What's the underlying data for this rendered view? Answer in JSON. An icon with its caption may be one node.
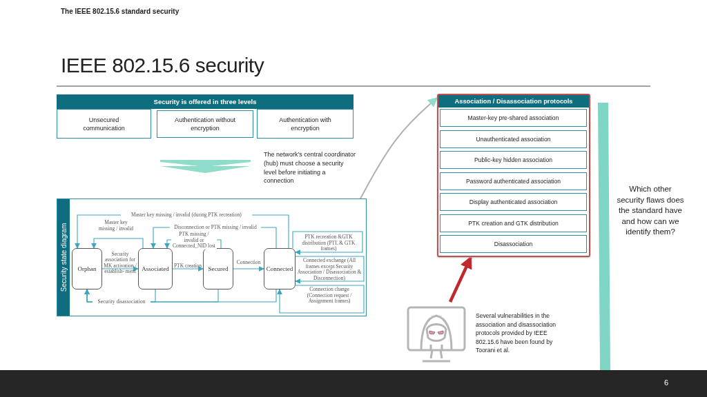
{
  "diagram": {
    "title": "IEEE 802.15.6 security",
    "nodes": [
      {
        "text": [
          "Security is offered in three levels"
        ]
      },
      {
        "text": [
          "Unsecured communication"
        ],
        "in": 0
      },
      {
        "text": [
          "Authentication without encryption"
        ],
        "in": 0
      },
      {
        "text": [
          "Authentication with encryption"
        ],
        "in": 0
      },
      {
        "text": [
          "Security state diagram"
        ]
      },
      {
        "text": [
          "Orphan"
        ],
        "in": 4
      },
      {
        "text": [
          "Associated"
        ],
        "in": 4
      },
      {
        "text": [
          "Secured"
        ],
        "in": 4
      },
      {
        "text": [
          "Connected"
        ],
        "in": 4
      },
      {
        "text": [
          "Association / Disassociation protocols"
        ]
      },
      {
        "text": [
          "Master-key pre-shared association"
        ],
        "in": 9
      },
      {
        "text": [
          "Unauthenticated association"
        ],
        "in": 9
      },
      {
        "text": [
          "Public-key hidden association"
        ],
        "in": 9
      },
      {
        "text": [
          "Password authenticated association"
        ],
        "in": 9
      },
      {
        "text": [
          "Display authenticated association"
        ],
        "in": 9
      },
      {
        "text": [
          "PTK creation and GTK distribution"
        ],
        "in": 9
      },
      {
        "text": [
          "Disassociation"
        ],
        "in": 9
      },
      {
        "text": [],
        "shape": "picture",
        "beside": [
          "Several vulnerabilities in the association and disassociation protocols provided by IEEE 802.15.6 have been found by Toorani et al."
        ]
      },
      {
        "text": [],
        "shape": "bar"
      }
    ],
    "edges": [
      {
        "from": 4,
        "to": 9,
        "arrow": "to",
        "color": "#b0b0b0"
      },
      {
        "from": 17,
        "to": 9,
        "arrow": "to",
        "style": "thick",
        "color": "#c0282d"
      },
      {
        "from": 5,
        "to": 6,
        "arrow": "to",
        "label": "Security association for MK activation / establish- ment"
      },
      {
        "from": 6,
        "to": 7,
        "arrow": "to",
        "label": "PTK creation"
      },
      {
        "from": 7,
        "to": 8,
        "arrow": "to",
        "label": "Connection"
      },
      {
        "from": 6,
        "to": 5,
        "arrow": "to",
        "label": "Master key missing / invalid"
      },
      {
        "from": 8,
        "to": 5,
        "arrow": "to",
        "label": "Master key missing / invalid (during PTK recreation)"
      },
      {
        "from": 8,
        "to": 6,
        "arrow": "to",
        "label": "Disconnection or PTK missing / invalid"
      },
      {
        "from": 7,
        "to": 6,
        "arrow": "to",
        "label": "PTK missing / invalid or Connected_NID lost"
      },
      {
        "from": 6,
        "to": 5,
        "arrow": "to",
        "label": "Security disassociation"
      },
      {
        "from": 7,
        "to": 5,
        "arrow": "to"
      },
      {
        "from": 8,
        "to": 5,
        "arrow": "to"
      },
      {
        "from": 8,
        "to": 8,
        "arrow": "to",
        "label": "PTK recreation &GTK distribution (PTL & GTK frames)"
      },
      {
        "from": 8,
        "to": 8,
        "arrow": "to",
        "label": "Connected exchange (All frames except Security Association / Disassociation & Disconnection)"
      },
      {
        "from": 8,
        "to": 8,
        "arrow": "to",
        "label": "Connection change (Connection request / Assignment frames)"
      }
    ],
    "labels": [
      "The IEEE 802.15.6 standard security",
      "The network’s central coordinator (hub) must choose a security level before initiating a connection",
      "Which other security flaws does the standard have and how can we identify them?",
      "6"
    ]
  }
}
